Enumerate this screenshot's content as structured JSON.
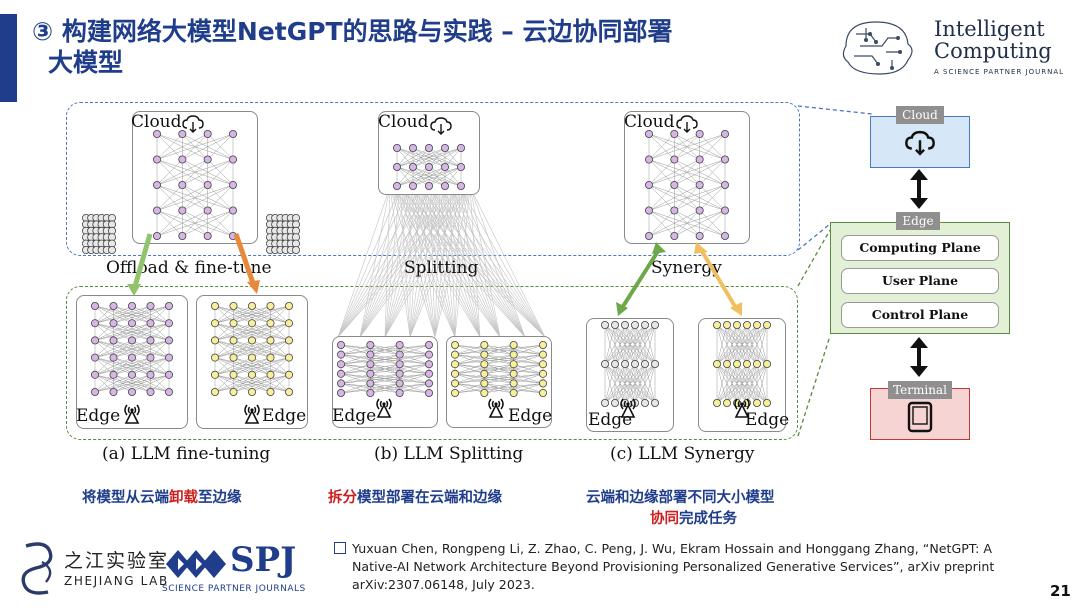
{
  "header": {
    "title_line1": "③ 构建网络大模型NetGPT的思路与实践 – 云边协同部署",
    "title_line2": "大模型",
    "logo_name_line1": "Intelligent",
    "logo_name_line2": "Computing",
    "logo_tagline": "A SCIENCE PARTNER JOURNAL"
  },
  "diagram": {
    "cloud_label": "Cloud",
    "edge_label": "Edge",
    "columns": [
      {
        "mode_label": "Offload & fine-tune",
        "caption": "(a) LLM fine-tuning"
      },
      {
        "mode_label": "Splitting",
        "caption": "(b) LLM Splitting"
      },
      {
        "mode_label": "Synergy",
        "caption": "(c) LLM Synergy"
      }
    ]
  },
  "side_panel": {
    "cloud_tag": "Cloud",
    "edge_tag": "Edge",
    "terminal_tag": "Terminal",
    "planes": [
      "Computing Plane",
      "User Plane",
      "Control Plane"
    ]
  },
  "notes": {
    "a_pre": "将模型从云端",
    "a_hl": "卸载",
    "a_post": "至边缘",
    "b_hl": "拆分",
    "b_post": "模型部署在云端和边缘",
    "c_line1": "云端和边缘部署不同大小模型",
    "c_hl": "协同",
    "c_post": "完成任务"
  },
  "reference": {
    "text": "Yuxuan Chen, Rongpeng Li, Z. Zhao, C. Peng, J. Wu, Ekram Hossain and Honggang Zhang, “NetGPT: A Native-AI Network Architecture Beyond Provisioning Personalized Generative Services”, arXiv preprint arXiv:2307.06148, July 2023."
  },
  "footer": {
    "zj_cn": "之江实验室",
    "zj_en": "ZHEJIANG LAB",
    "spj_name": "SPJ",
    "spj_sub": "SCIENCE PARTNER JOURNALS",
    "page_number": "21"
  },
  "colors": {
    "title_blue": "#1f3d8a",
    "panel_blue": "#4a78c4",
    "panel_green": "#5a8a3a",
    "cloud_fill": "#d6e8f8",
    "edge_fill": "#e2f1d6",
    "terminal_fill": "#f7d4d4",
    "node_purple": "#d7b6e6",
    "node_yellow": "#f7ef9a",
    "arrow_green": "#8fc46a",
    "arrow_orange": "#e8883a",
    "arrow_yellow": "#f0c060",
    "highlight_red": "#cc1f1f"
  }
}
